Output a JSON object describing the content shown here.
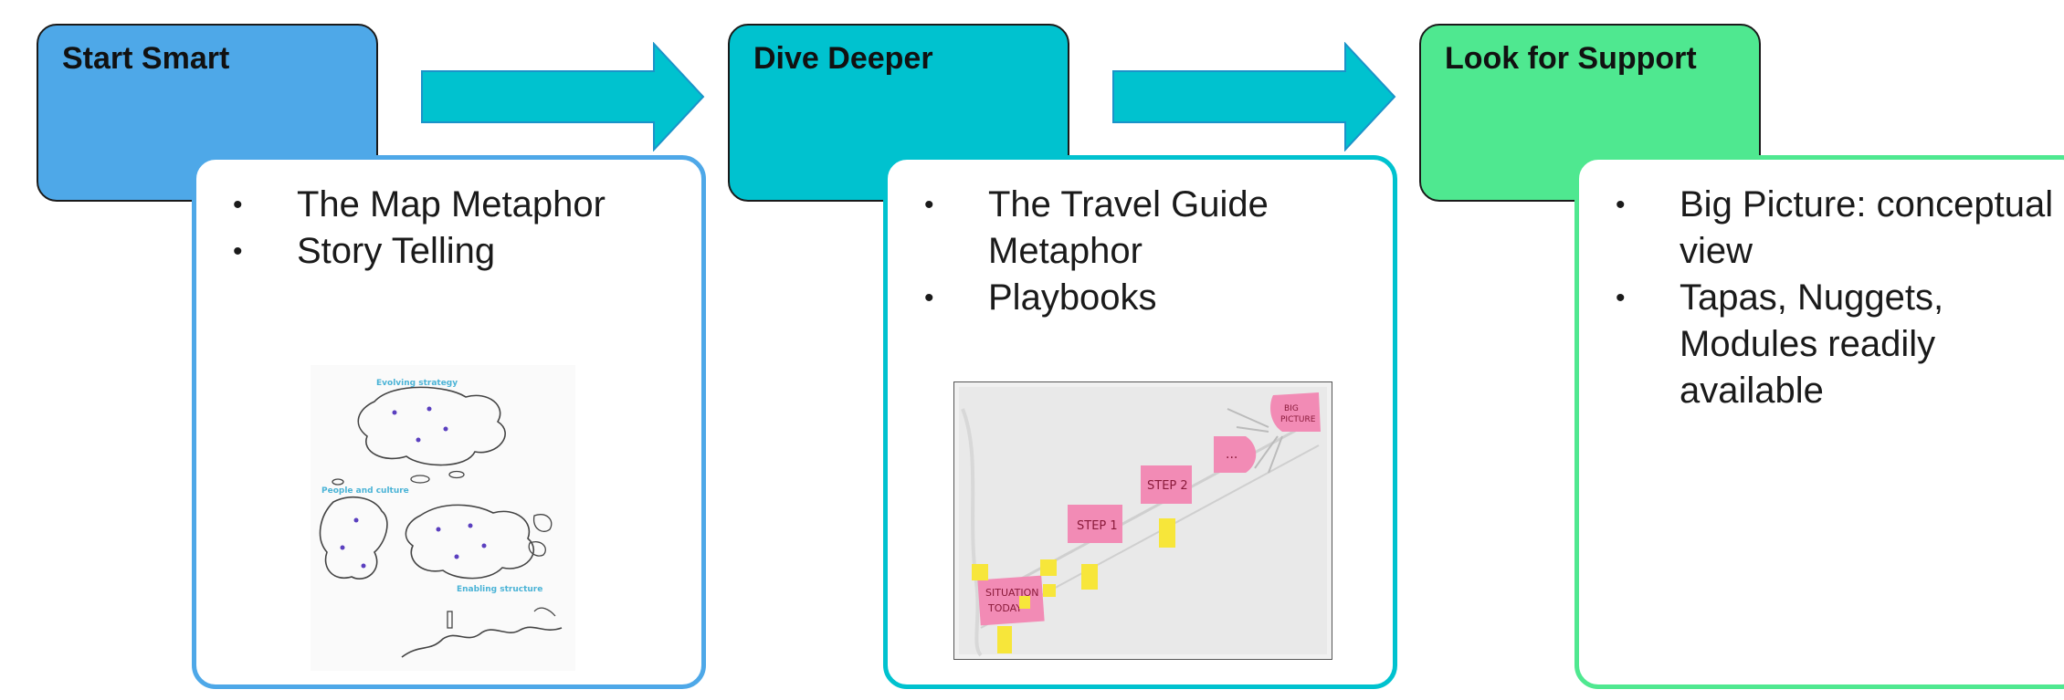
{
  "stages": [
    {
      "title": "Start Smart",
      "color": "#4ea8e8",
      "border": "#4ea8e8",
      "bullets": [
        "The Map Metaphor",
        "Story Telling"
      ],
      "image": {
        "labels": {
          "evolving_strategy": "Evolving strategy",
          "people_culture": "People and culture",
          "enabling_structure": "Enabling structure"
        }
      }
    },
    {
      "title": "Dive Deeper",
      "color": "#00c2cf",
      "border": "#00c2cf",
      "bullets": [
        "The Travel Guide Metaphor",
        "Playbooks"
      ],
      "image": {
        "notes": {
          "situation": [
            "SITUATION",
            "TODAY"
          ],
          "step1": "STEP 1",
          "step2": "STEP 2",
          "dots": "...",
          "bigpicture": [
            "BIG",
            "PICTURE"
          ]
        }
      }
    },
    {
      "title": "Look for Support",
      "color": "#4fe890",
      "border": "#4fe890",
      "bullets": [
        "Big Picture: conceptual view",
        "Tapas, Nuggets, Modules readily available"
      ]
    }
  ],
  "arrow_color": "#00c2cf"
}
